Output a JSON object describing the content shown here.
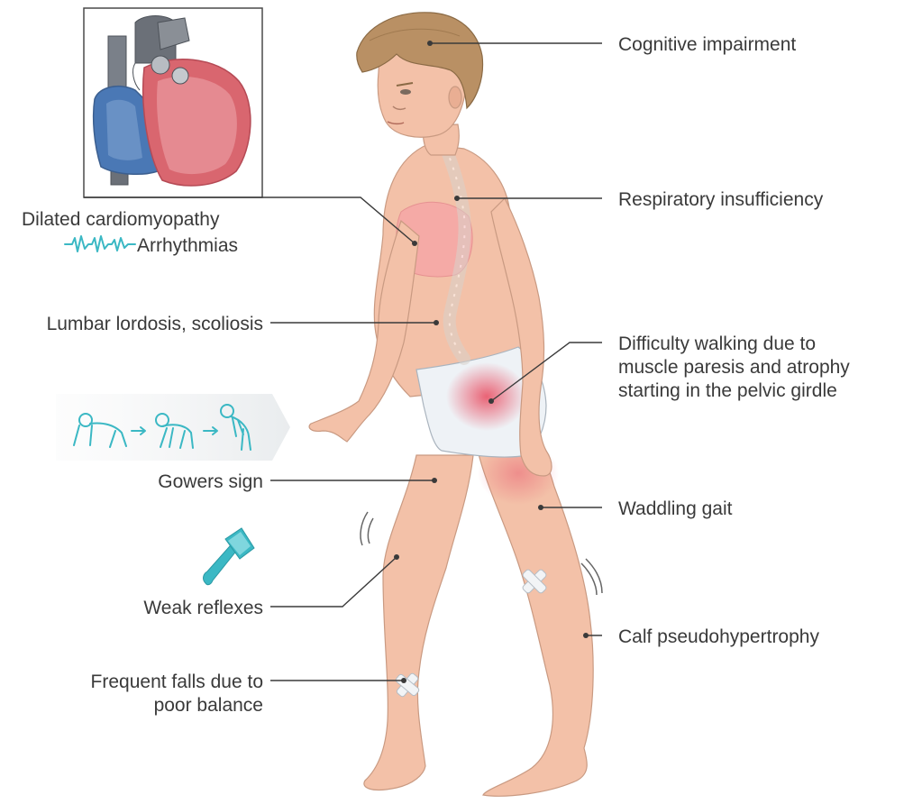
{
  "labels": {
    "cognitive": "Cognitive impairment",
    "respiratory": "Respiratory insufficiency",
    "dilated": "Dilated cardiomyopathy",
    "arrhythmias": "Arrhythmias",
    "lumbar": "Lumbar lordosis, scoliosis",
    "difficulty_1": "Difficulty walking due to",
    "difficulty_2": "muscle paresis and atrophy",
    "difficulty_3": "starting in the pelvic girdle",
    "gowers": "Gowers sign",
    "waddling": "Waddling gait",
    "weak_reflexes": "Weak reflexes",
    "calf": "Calf pseudohypertrophy",
    "falls_1": "Frequent falls due to",
    "falls_2": "poor balance"
  },
  "icons": {
    "heart": "heart-cross-section-icon",
    "ecg": "ecg-waveform-icon",
    "gowers_sequence": "gowers-sign-sequence-icon",
    "reflex_hammer": "reflex-hammer-icon",
    "bandage": "bandage-icon"
  },
  "colors": {
    "skin": "#f3c1a8",
    "heart_left": "#d9666f",
    "heart_right": "#4a78b5",
    "accent_teal": "#3bb8c4",
    "text": "#3a3a3a"
  }
}
